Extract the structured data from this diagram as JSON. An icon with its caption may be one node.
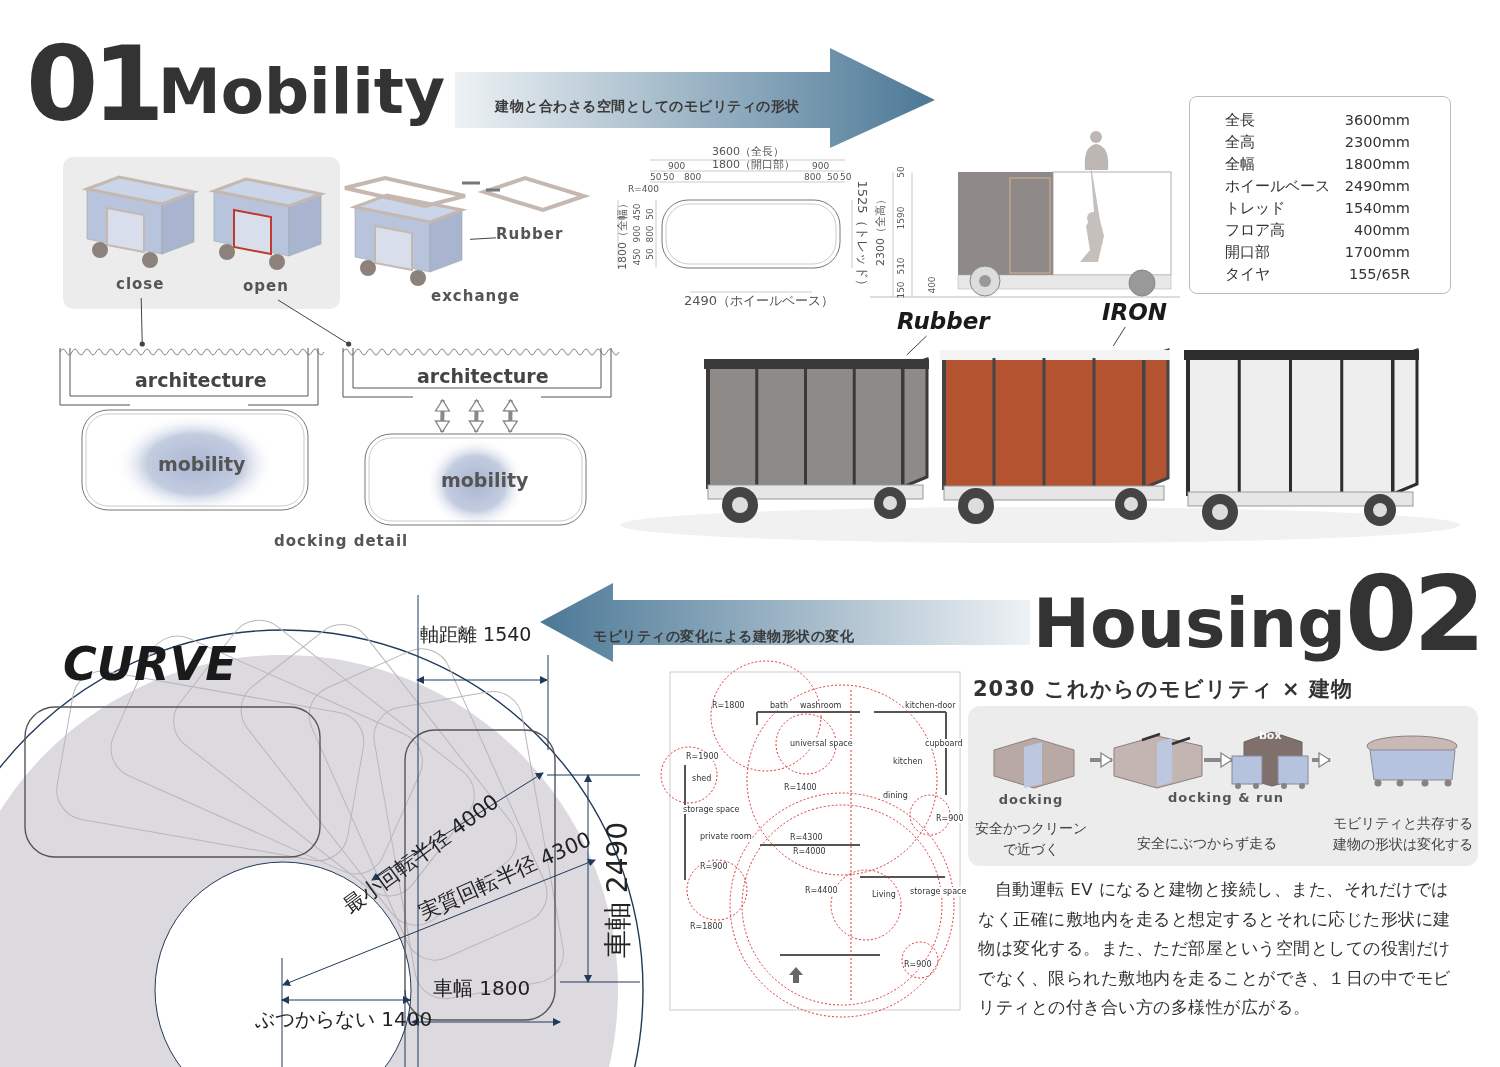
{
  "diagram": {
    "nodes": [
      {
        "text": [
          "建物と合わさる空間としてのモビリティの形状"
        ]
      },
      {
        "text": [],
        "shape": "box"
      },
      {
        "text": [
          "close"
        ],
        "in": 1
      },
      {
        "text": [
          "open"
        ],
        "in": 1
      },
      {
        "text": [
          "exchange"
        ]
      },
      {
        "text": [
          "Rubber"
        ]
      },
      {
        "text": [
          "architecture"
        ]
      },
      {
        "text": [
          "mobility"
        ]
      },
      {
        "text": [
          "architecture"
        ]
      },
      {
        "text": [
          "mobility"
        ]
      },
      {
        "text": [
          "Rubber"
        ]
      },
      {
        "text": [
          "IRON"
        ]
      },
      {
        "text": [],
        "shape": "picture"
      },
      {
        "text": [],
        "shape": "picture"
      },
      {
        "text": [],
        "shape": "picture"
      },
      {
        "text": [
          "モビリティの変化による建物形状の変化"
        ]
      },
      {
        "text": [
          "2030 これからのモビリティ × 建物"
        ]
      },
      {
        "text": [
          "docking",
          "安全かつクリーンで近づく"
        ],
        "in": 16
      },
      {
        "text": [],
        "shape": "picture",
        "in": 16
      },
      {
        "text": [
          "box"
        ],
        "in": 16
      },
      {
        "text": [
          "モビリティと共存する建物の形状は変化する"
        ],
        "in": 16
      }
    ],
    "edges": [
      {
        "from": 5,
        "to": 4,
        "arrow": "none"
      },
      {
        "from": 2,
        "to": 6,
        "arrow": "other"
      },
      {
        "from": 3,
        "to": 8,
        "arrow": "other"
      },
      {
        "from": 8,
        "to": 9,
        "arrow": "both"
      },
      {
        "from": 8,
        "to": 9,
        "arrow": "both"
      },
      {
        "from": 8,
        "to": 9,
        "arrow": "both"
      },
      {
        "from": 10,
        "to": 12,
        "arrow": "none"
      },
      {
        "from": 11,
        "to": 13,
        "arrow": "none"
      },
      {
        "from": 17,
        "to": 18,
        "arrow": "to"
      },
      {
        "from": 18,
        "to": 19,
        "arrow": "to"
      },
      {
        "from": 19,
        "to": 20,
        "arrow": "to"
      }
    ],
    "labels": [
      "01",
      "Mobility",
      "docking detail",
      "3600（全長）",
      "900",
      "1800（開口部）",
      "900",
      "50",
      "50",
      "800",
      "800",
      "50",
      "50",
      "R=400",
      "450",
      "900",
      "450",
      "1800（全幅）",
      "50",
      "800",
      "50",
      "1525（トレッド）",
      "2490（ホイールベース）",
      "50",
      "1590",
      "510",
      "150",
      "2300（全高）",
      "400",
      "全長",
      "3600mm",
      "全高",
      "2300mm",
      "全幅",
      "1800mm",
      "ホイールベース",
      "2490mm",
      "トレッド",
      "1540mm",
      "フロア高",
      "400mm",
      "開口部",
      "1700mm",
      "タイヤ",
      "155/65R",
      "Housing",
      "02",
      "CURVE",
      "軸距離 1540",
      "R=1800",
      "bath",
      "washroom",
      "kitchen-door",
      "universal space",
      "cupboard",
      "R=1900",
      "kitchen",
      "shed",
      "R=1400",
      "dining",
      "storage space",
      "R=900",
      "private room",
      "R=4300",
      "R=4000",
      "R=900",
      "R=4400",
      "Living",
      "storage space",
      "R=1800",
      "R=900",
      "最小回転半径 4000",
      "実質回転半径 4300",
      "車軸 2490",
      "車幅 1800",
      "ぶつからない 1400",
      "docking & run",
      "安全にぶつからず走る",
      "自動運転 EV になると建物と接続し、また、それだけではなく正確に敷地内を走ると想定するとそれに応じた形状に建物は変化する。また、ただ部屋という空間としての役割だけでなく、限られた敷地内を走ることができ、１日の中でモビリティとの付き合い方の多様性が広がる。"
    ]
  }
}
